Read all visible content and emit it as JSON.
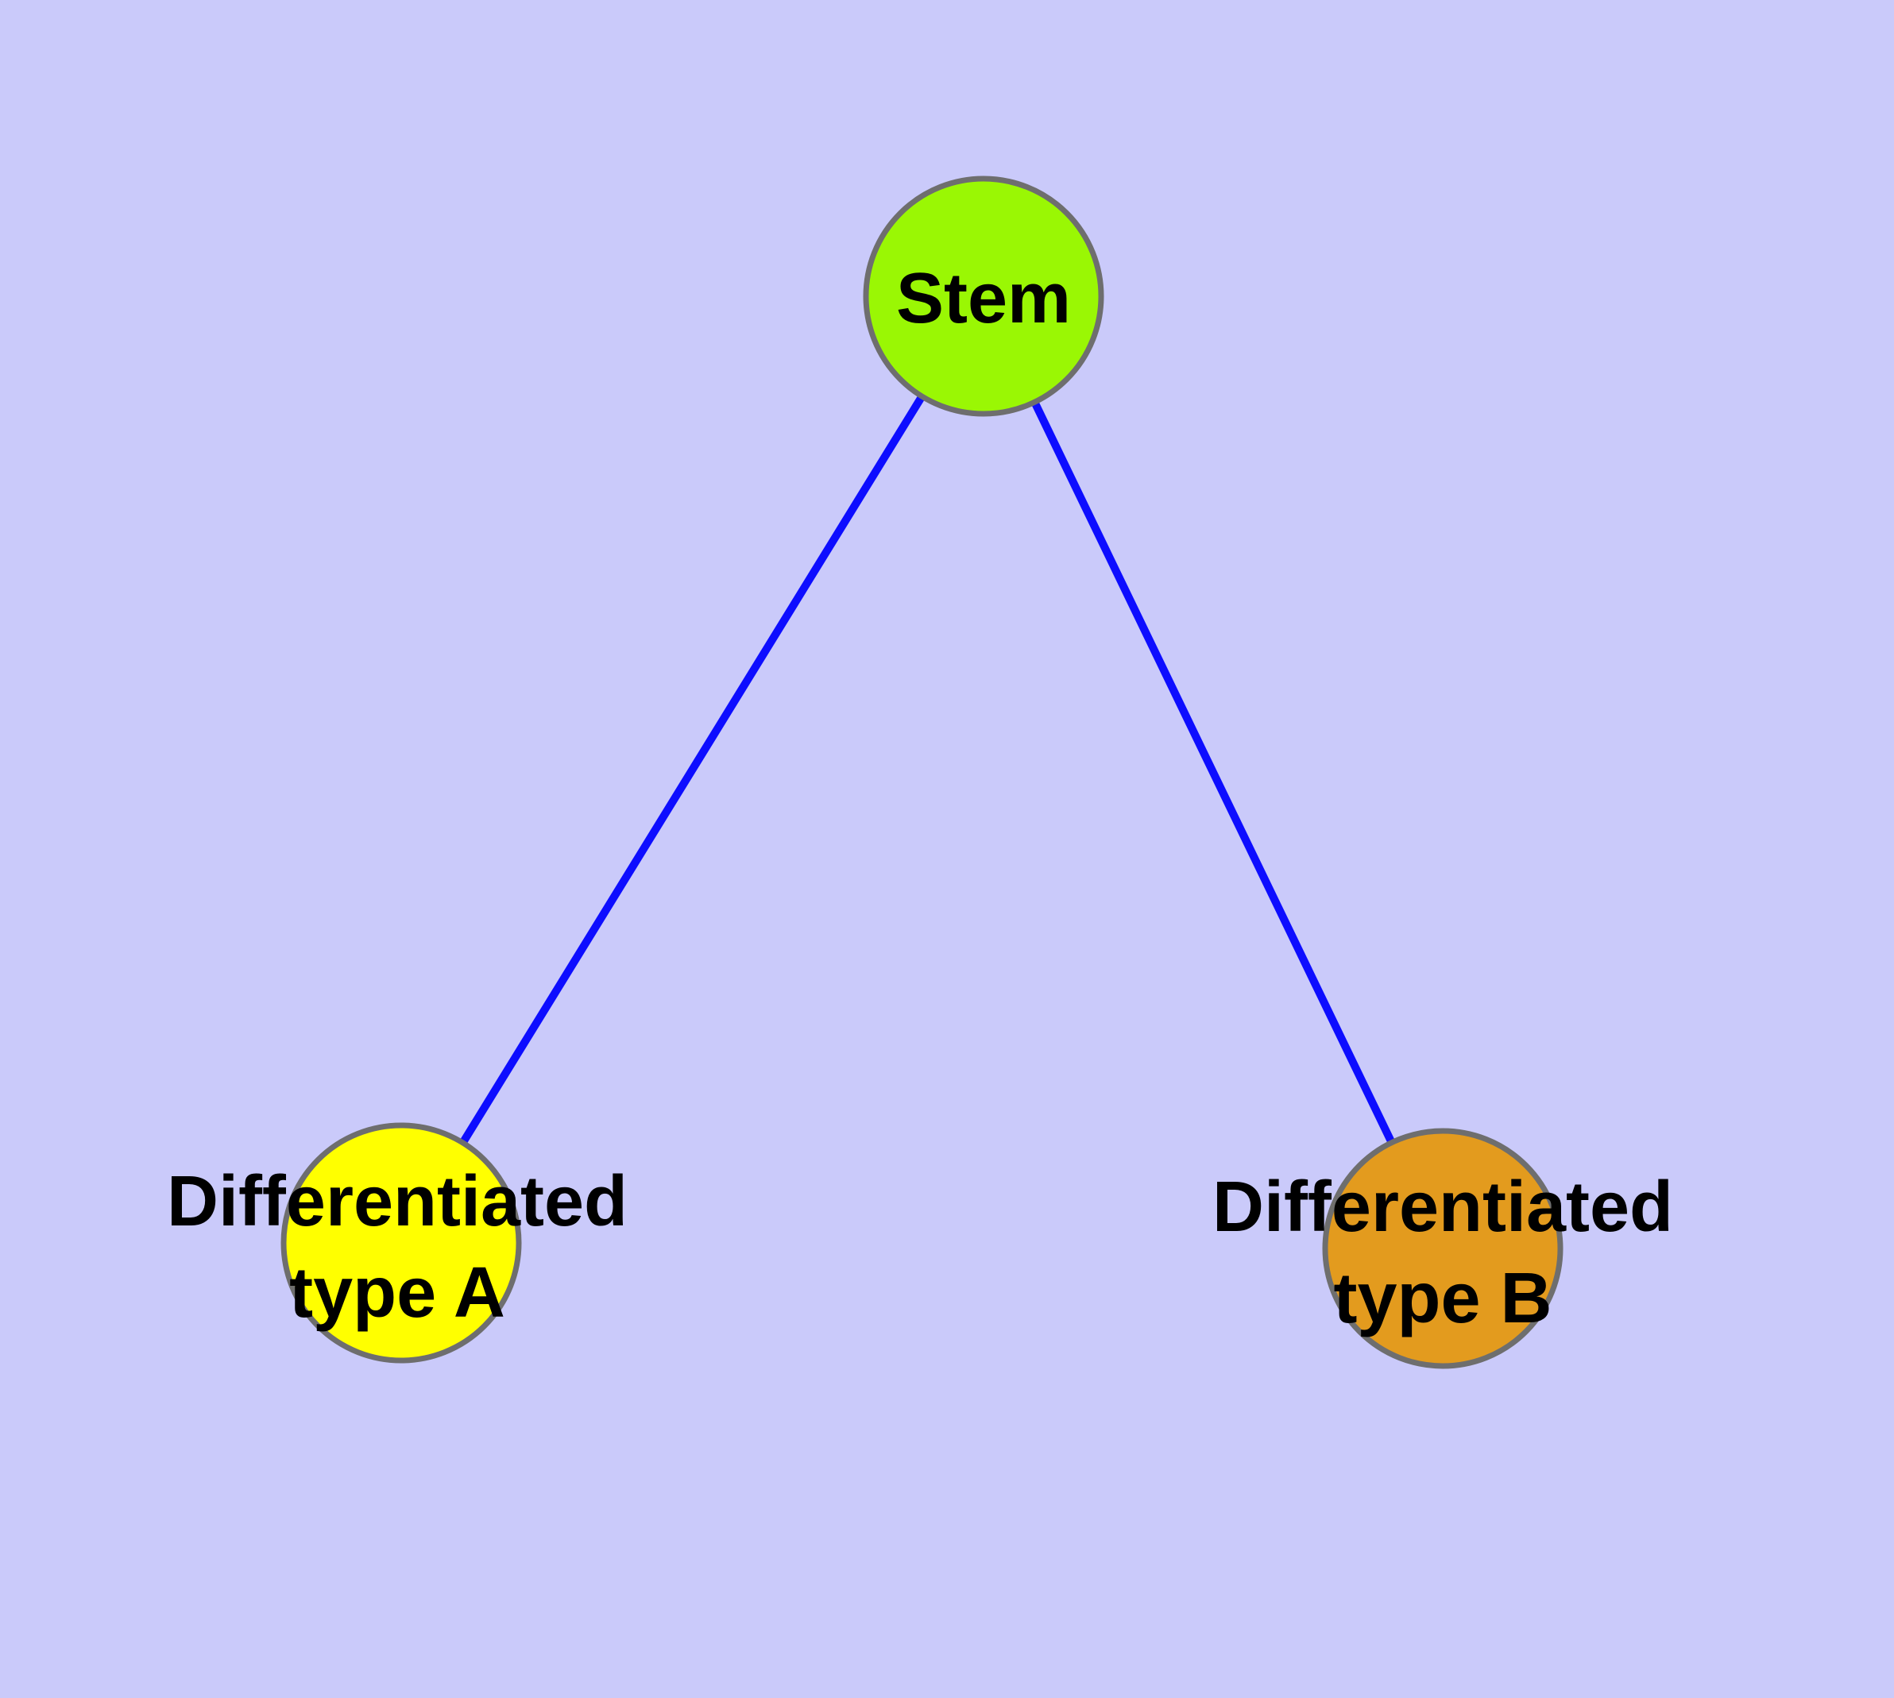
{
  "diagram": {
    "background_color": "#CACAFA",
    "edge_color": "#0D0DFF",
    "node_border_color": "#6E6E6E",
    "label_color": "#000000",
    "nodes": [
      {
        "id": "stem",
        "label_lines": [
          "Stem"
        ],
        "color": "#9AF704"
      },
      {
        "id": "type-a",
        "label_lines": [
          "Differentiated",
          "type A"
        ],
        "color": "#FFFF00"
      },
      {
        "id": "type-b",
        "label_lines": [
          "Differentiated",
          "type B"
        ],
        "color": "#E39B1E"
      }
    ],
    "edges": [
      {
        "from": "Stem",
        "to": "Differentiated type A"
      },
      {
        "from": "Stem",
        "to": "Differentiated type B"
      }
    ]
  }
}
